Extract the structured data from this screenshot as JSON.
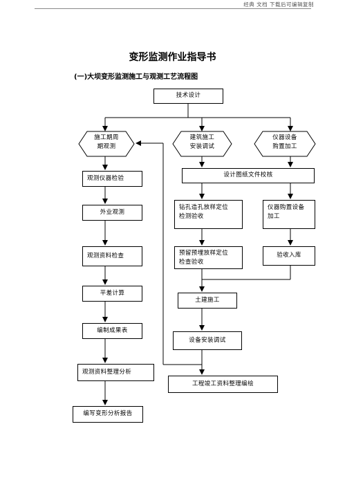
{
  "header": {
    "text": "经典 文档 下载后可编辑复制"
  },
  "title": "变形监测作业指导书",
  "subtitle": "(一)大坝变形监测施工与观测工艺流程图",
  "flowchart": {
    "tech_design": "技术设计",
    "period_observe": [
      "施工期周",
      "期观测"
    ],
    "building_construction": [
      "建筑施工",
      "安装调试"
    ],
    "instrument_equipment": [
      "仪器设备",
      "购置加工"
    ],
    "instrument_check": "观测仪器检验",
    "design_review": "设计图纸文件校核",
    "field_observe": "外业观测",
    "drilling": [
      "钻孔造孔放样定位",
      "检测验收"
    ],
    "instrument_purchase": [
      "仪器购置设备",
      "加工"
    ],
    "data_check": "观测资料检查",
    "embedded": [
      "预留预埋放样定位",
      "检查验收"
    ],
    "acceptance": "验收入库",
    "adjustment": "平差计算",
    "civil_construction": "土建施工",
    "result_table": "编制成果表",
    "equipment_install": "设备安装调试",
    "data_analysis": "观测资料整理分析",
    "completion_data": "工程竣工资料整理编绘",
    "deformation_report": "编写变形分析报告"
  }
}
